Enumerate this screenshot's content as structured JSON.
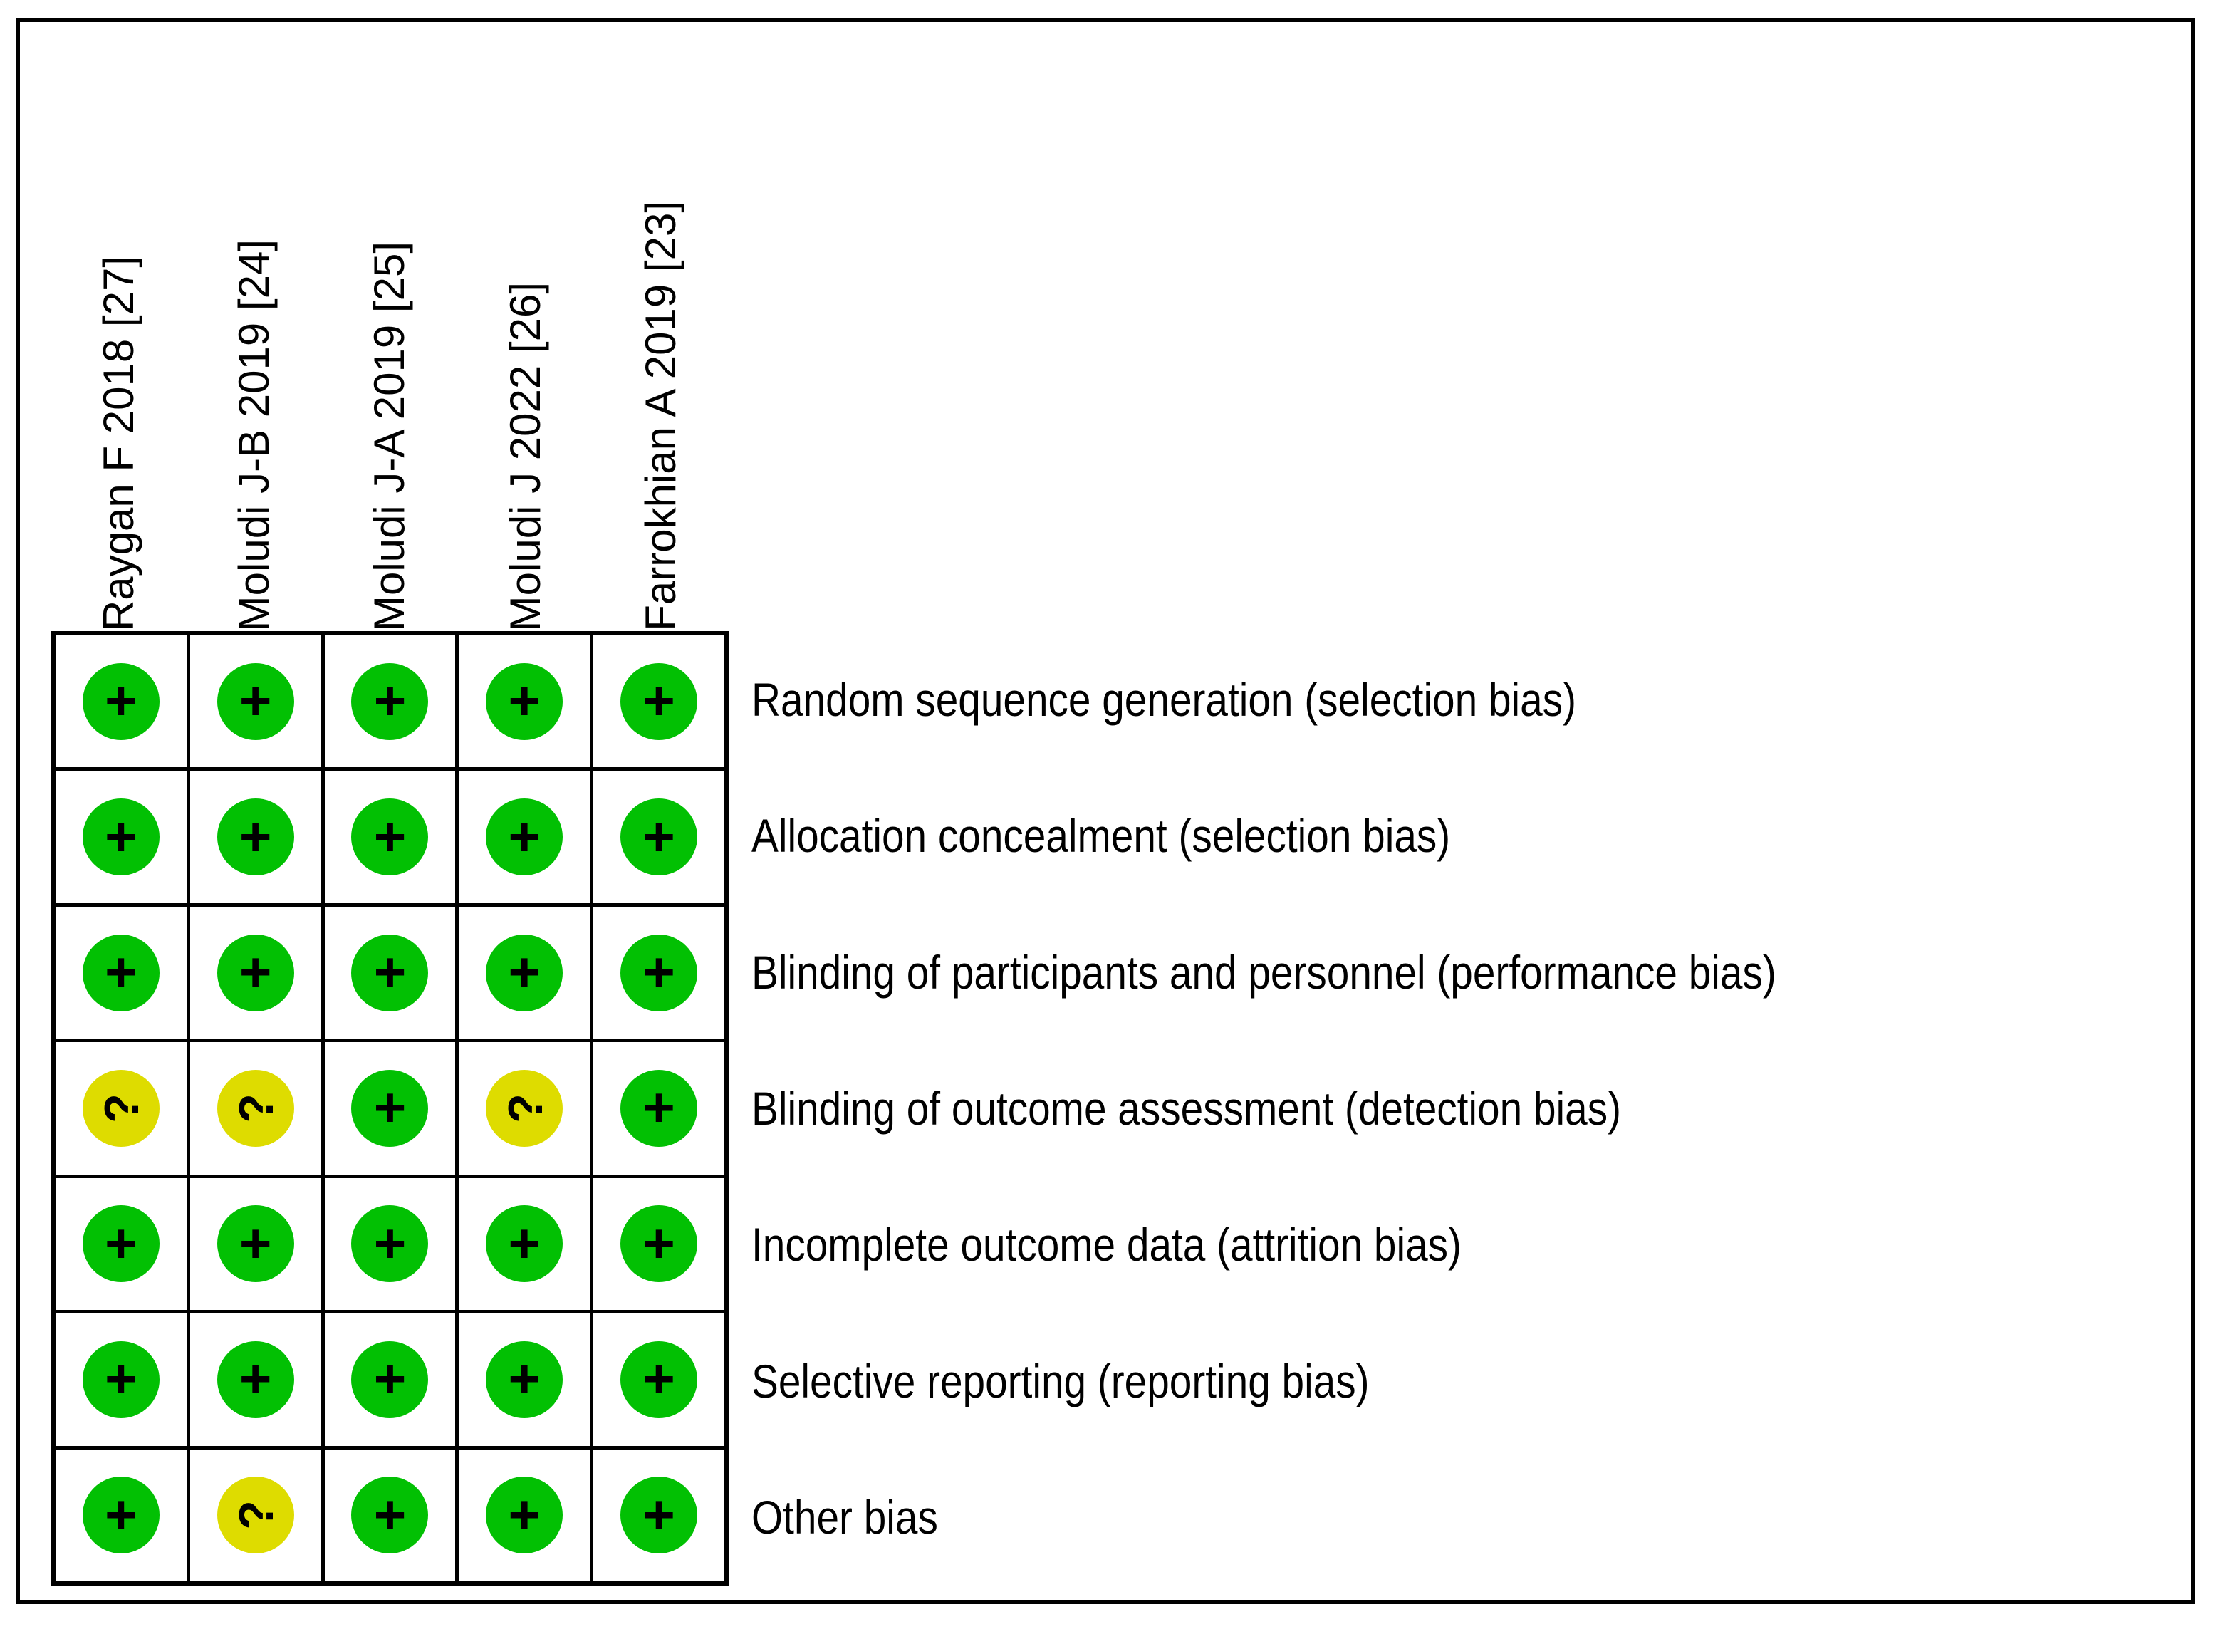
{
  "figure": {
    "type": "risk-of-bias-summary",
    "colors": {
      "low_risk": "#02c003",
      "unclear_risk": "#dedc00",
      "high_risk": "#e02020",
      "border": "#000000",
      "background": "#ffffff"
    }
  },
  "studies": [
    {
      "label": "Raygan F 2018 [27]"
    },
    {
      "label": "Moludi J-B 2019 [24]"
    },
    {
      "label": "Moludi J-A 2019 [25]"
    },
    {
      "label": "Moludi J 2022 [26]"
    },
    {
      "label": "Farrokhian A 2019 [23]"
    }
  ],
  "domains": [
    {
      "label": "Random sequence generation (selection bias)"
    },
    {
      "label": "Allocation concealment (selection bias)"
    },
    {
      "label": "Blinding of participants and personnel (performance bias)"
    },
    {
      "label": "Blinding of outcome assessment (detection bias)"
    },
    {
      "label": "Incomplete outcome data (attrition bias)"
    },
    {
      "label": "Selective reporting (reporting bias)"
    },
    {
      "label": "Other bias"
    }
  ],
  "glyphs": {
    "low": "+",
    "unclear": "?",
    "high": "−"
  },
  "judgements": [
    [
      "low",
      "low",
      "low",
      "low",
      "low"
    ],
    [
      "low",
      "low",
      "low",
      "low",
      "low"
    ],
    [
      "low",
      "low",
      "low",
      "low",
      "low"
    ],
    [
      "unclear",
      "unclear",
      "low",
      "unclear",
      "low"
    ],
    [
      "low",
      "low",
      "low",
      "low",
      "low"
    ],
    [
      "low",
      "low",
      "low",
      "low",
      "low"
    ],
    [
      "low",
      "unclear",
      "low",
      "low",
      "low"
    ]
  ]
}
